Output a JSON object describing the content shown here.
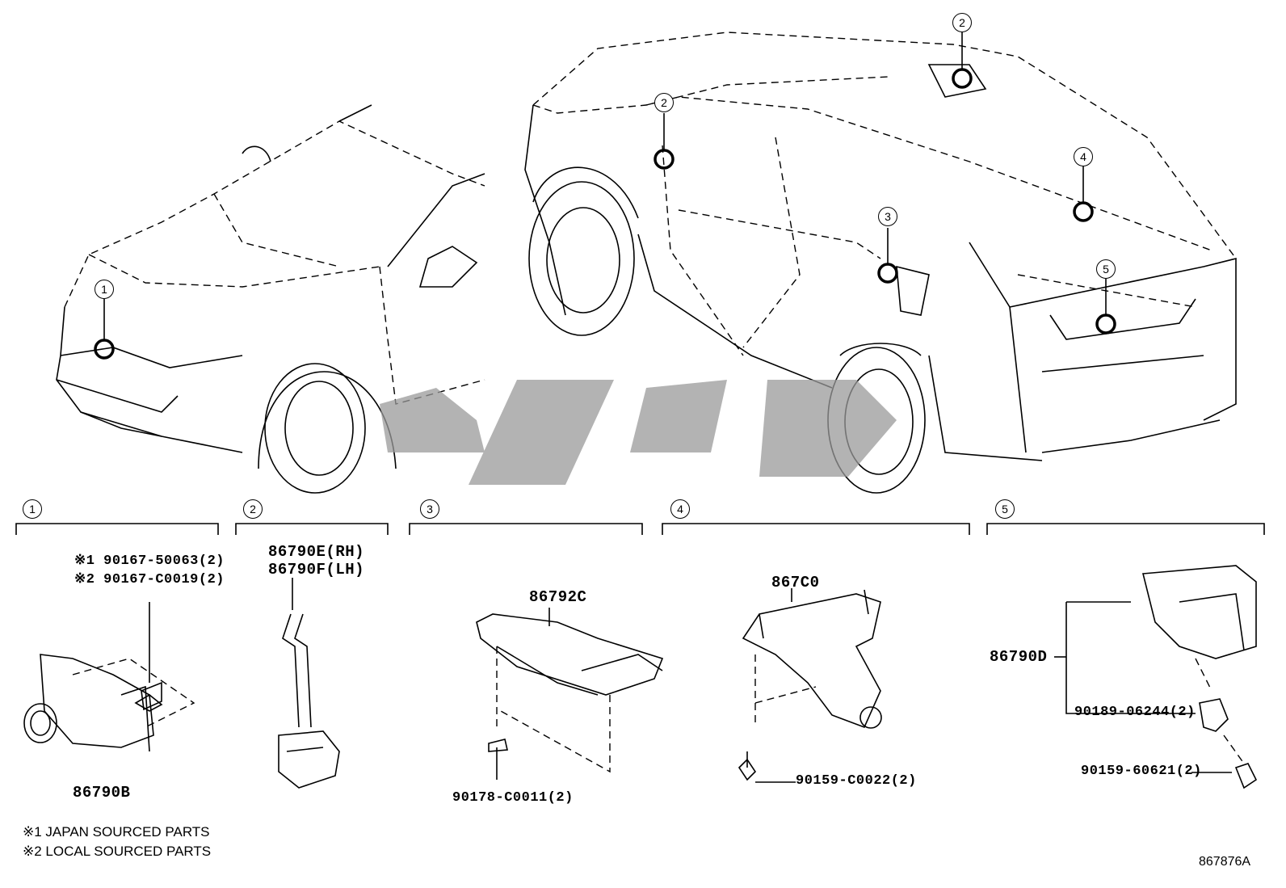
{
  "callouts": [
    "1",
    "2",
    "3",
    "4",
    "5"
  ],
  "sections": [
    {
      "num": "1",
      "parts": [
        "※1  90167-50063(2)",
        "※2  90167-C0019(2)",
        "86790B"
      ]
    },
    {
      "num": "2",
      "parts": [
        "86790E(RH)",
        "86790F(LH)"
      ]
    },
    {
      "num": "3",
      "parts": [
        "86792C",
        "90178-C0011(2)"
      ]
    },
    {
      "num": "4",
      "parts": [
        "867C0",
        "90159-C0022(2)"
      ]
    },
    {
      "num": "5",
      "parts": [
        "86790D",
        "90189-06244(2)",
        "90159-60621(2)"
      ]
    }
  ],
  "notes": [
    "※1 JAPAN SOURCED PARTS",
    "※2 LOCAL SOURCED PARTS"
  ],
  "figure_id": "867876A"
}
